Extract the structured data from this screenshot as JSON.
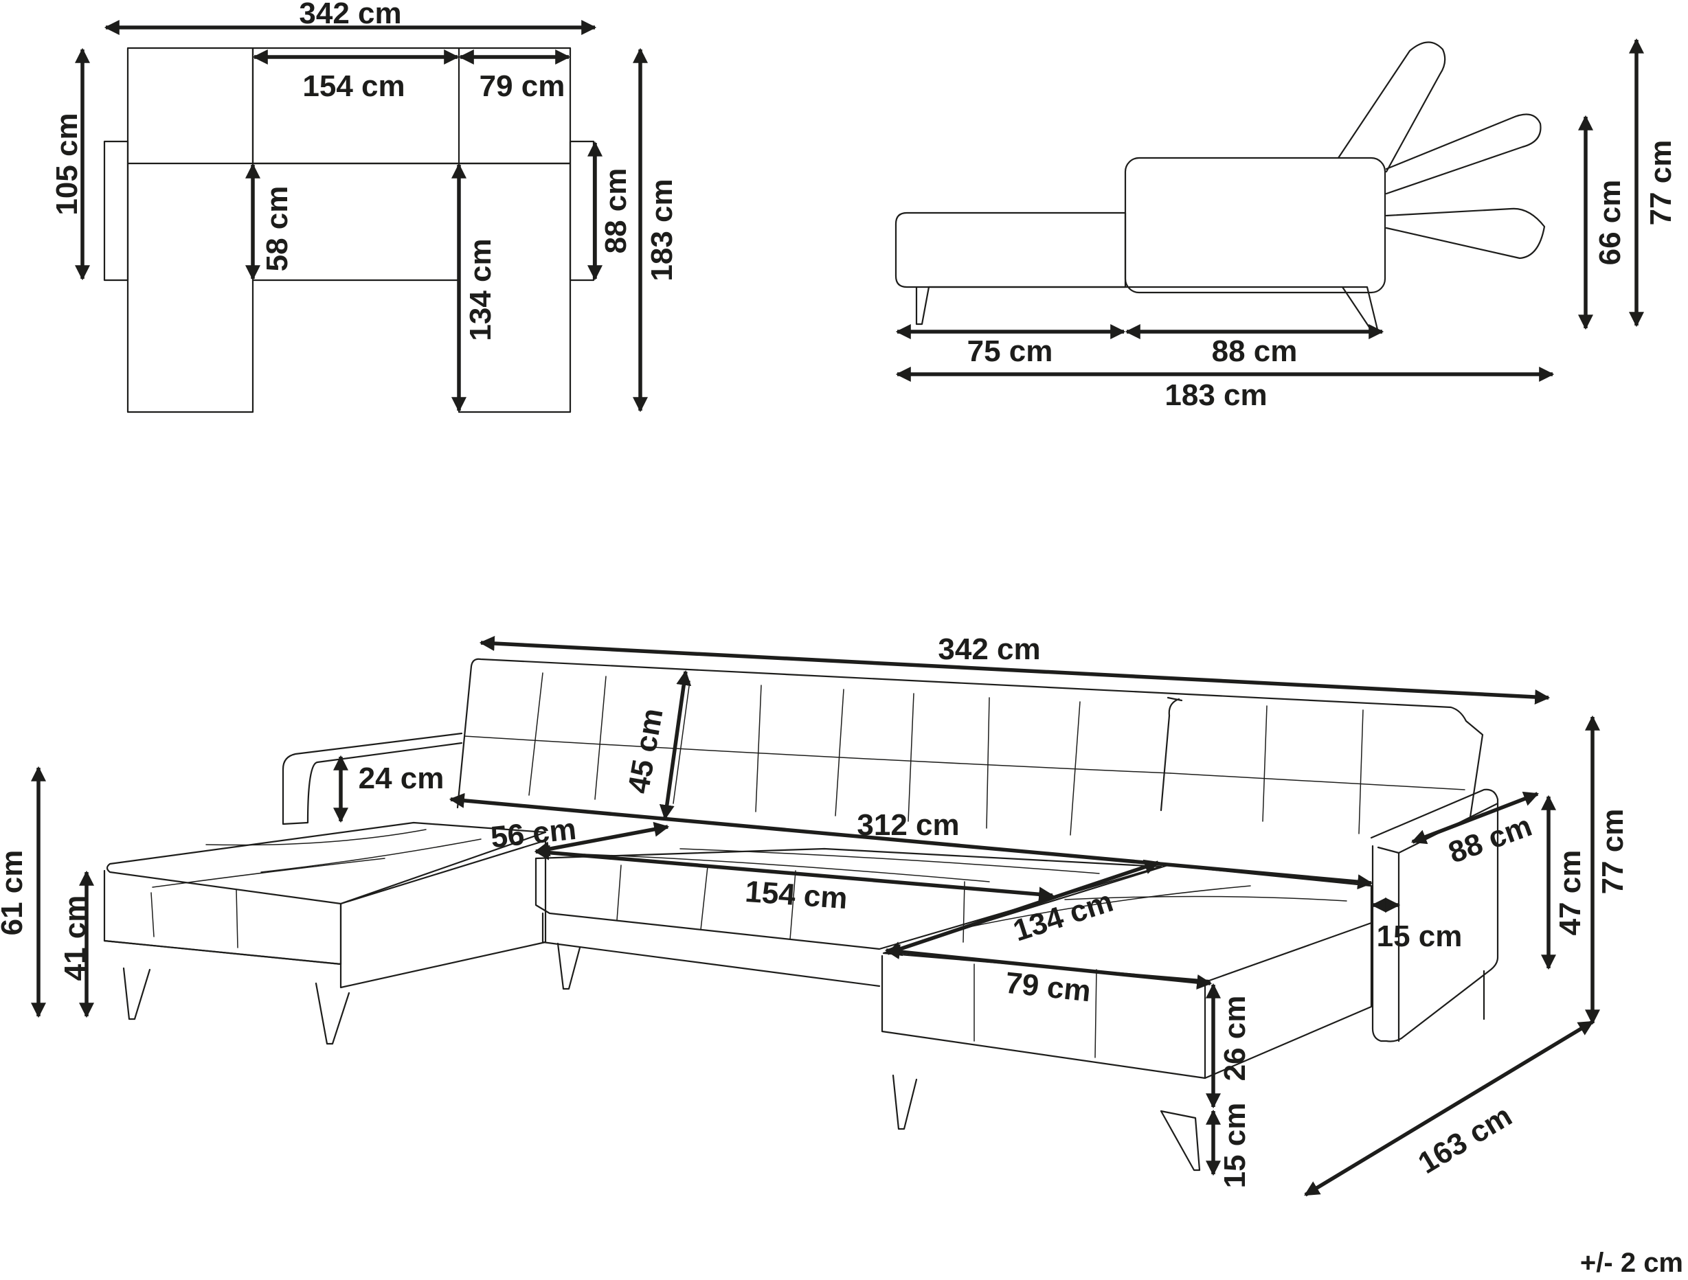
{
  "colors": {
    "ink": "#1d1d1b",
    "background": "#ffffff"
  },
  "top_view": {
    "total_width": "342 cm",
    "seat_width": "154 cm",
    "chaise_width": "79 cm",
    "left_depth": "105 cm",
    "seat_depth": "58 cm",
    "chaise_length": "134 cm",
    "right_depth": "88 cm",
    "total_depth": "183 cm"
  },
  "side_view": {
    "seat_length": "75 cm",
    "back_depth": "88 cm",
    "total_length": "183 cm",
    "back_height": "66 cm",
    "total_height": "77 cm"
  },
  "perspective_view": {
    "total_width": "342 cm",
    "armrest_height": "24 cm",
    "back_height": "45 cm",
    "seat_depth": "56 cm",
    "seat_width": "312 cm",
    "middle_seat": "154 cm",
    "chaise_length": "134 cm",
    "chaise_width": "79 cm",
    "right_depth": "88 cm",
    "armrest_width": "15 cm",
    "armrest_full_height": "47 cm",
    "total_height": "77 cm",
    "overall_height": "61 cm",
    "seat_height": "41 cm",
    "cushion_height": "26 cm",
    "leg_height": "15 cm",
    "total_depth": "163 cm"
  },
  "tolerance": "+/- 2 cm"
}
